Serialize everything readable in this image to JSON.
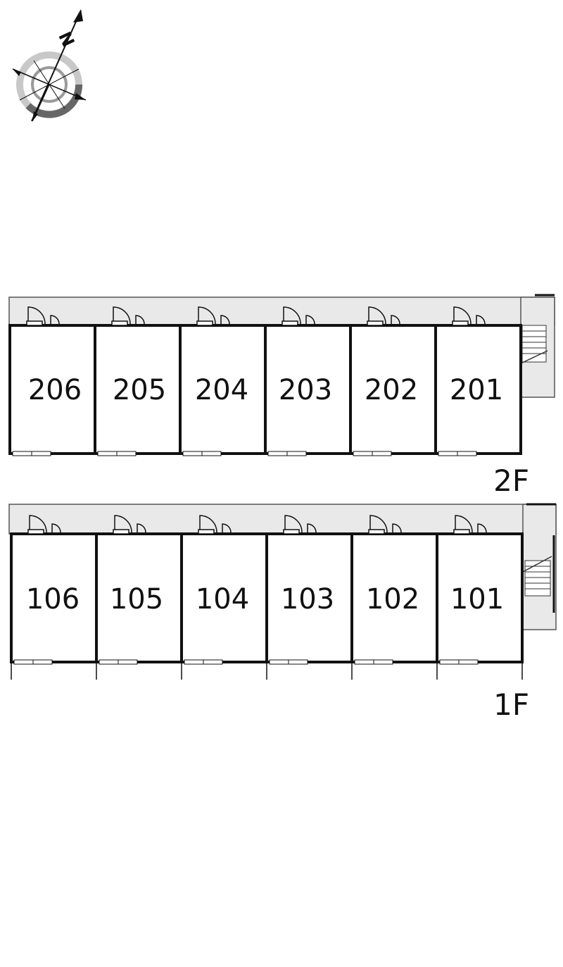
{
  "compass": {
    "north_letter": "N"
  },
  "floors": [
    {
      "label": "2F",
      "rooms": [
        "206",
        "205",
        "204",
        "203",
        "202",
        "201"
      ]
    },
    {
      "label": "1F",
      "rooms": [
        "106",
        "105",
        "104",
        "103",
        "102",
        "101"
      ]
    }
  ],
  "colors": {
    "walls": "#111111",
    "corridor": "#e9e9e9",
    "compass_dark": "#666666",
    "compass_light": "#c8c8c8"
  }
}
